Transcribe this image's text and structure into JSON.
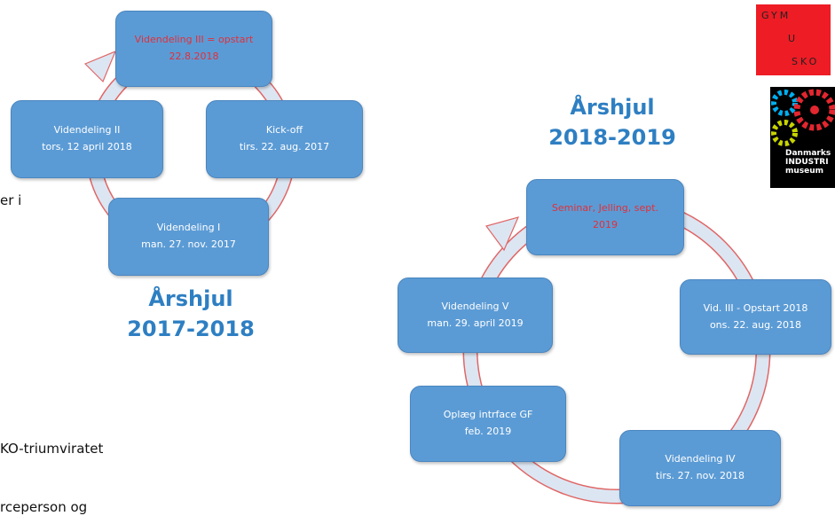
{
  "wheel_2017": {
    "title_line1": "Årshjul",
    "title_line2": "2017-2018",
    "boxes": [
      {
        "line1": "Videndeling III = opstart",
        "line2": "22.8.2018"
      },
      {
        "line1": "Kick-off",
        "line2": "tirs. 22. aug. 2017"
      },
      {
        "line1": "Videndeling I",
        "line2": "man. 27. nov. 2017"
      },
      {
        "line1": "Videndeling II",
        "line2": "tors, 12 april 2018"
      }
    ]
  },
  "wheel_2018": {
    "title_line1": "Årshjul",
    "title_line2": "2018-2019",
    "boxes": [
      {
        "line1": "Seminar, Jelling, sept.",
        "line2": "2019"
      },
      {
        "line1": "Vid. III - Opstart 2018",
        "line2": "ons. 22. aug. 2018"
      },
      {
        "line1": "Videndeling IV",
        "line2": "tirs. 27. nov. 2018"
      },
      {
        "line1": "Oplæg intrface GF",
        "line2": "feb. 2019"
      },
      {
        "line1": "Videndeling V",
        "line2": "man. 29. april 2019"
      }
    ]
  },
  "background_text": {
    "frag1": "er i",
    "frag2": "KO-triumviratet",
    "frag3": "rceperson og"
  },
  "logos": {
    "gym_usko": {
      "row1": "GYM",
      "row2": "U",
      "row3": "SKO"
    },
    "museum": {
      "line1": "Danmarks",
      "line2": "INDUSTRI",
      "line3": "museum"
    }
  },
  "colors": {
    "box_fill": "#5b9bd5",
    "title_blue": "#2e7fc2",
    "highlight_red": "#e0303a",
    "ring_fill": "#dce6f2",
    "ring_stroke": "#e06666",
    "logo_red": "#ee1c25"
  }
}
